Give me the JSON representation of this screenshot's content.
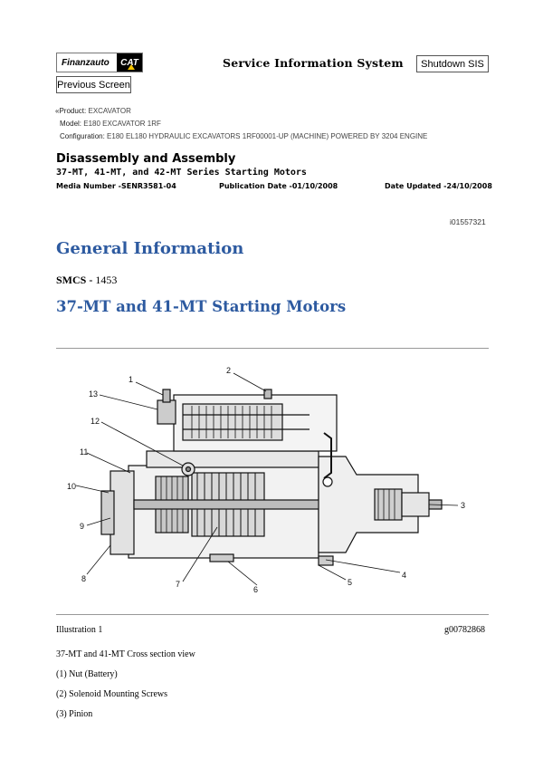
{
  "header": {
    "logo_text": "Finanzauto",
    "cat_text": "CAT",
    "title": "Service Information System",
    "shutdown_label": "Shutdown SIS",
    "previous_label": "Previous Screen"
  },
  "meta": {
    "product_label": "Product:",
    "product_value": "EXCAVATOR",
    "model_label": "Model:",
    "model_value": "E180 EXCAVATOR 1RF",
    "config_label": "Configuration:",
    "config_value": "E180 EL180 HYDRAULIC EXCAVATORS 1RF00001-UP (MACHINE) POWERED BY 3204 ENGINE"
  },
  "document": {
    "title": "Disassembly and Assembly",
    "subtitle": "37-MT, 41-MT, and 42-MT Series Starting Motors",
    "media_number": "Media Number -SENR3581-04",
    "publication_date": "Publication Date -01/10/2008",
    "date_updated": "Date Updated -24/10/2008",
    "doc_id": "i01557321"
  },
  "content": {
    "heading_general": "General Information",
    "smcs_label": "SMCS -",
    "smcs_value": "1453",
    "heading_motors": "37-MT and 41-MT Starting Motors",
    "illustration_label": "Illustration 1",
    "illustration_id": "g00782868",
    "caption": "37-MT and 41-MT Cross section view",
    "parts": [
      "(1) Nut (Battery)",
      "(2) Solenoid Mounting Screws",
      "(3) Pinion"
    ]
  },
  "figure": {
    "callouts": [
      "1",
      "2",
      "3",
      "4",
      "5",
      "6",
      "7",
      "8",
      "9",
      "10",
      "11",
      "12",
      "13"
    ]
  }
}
